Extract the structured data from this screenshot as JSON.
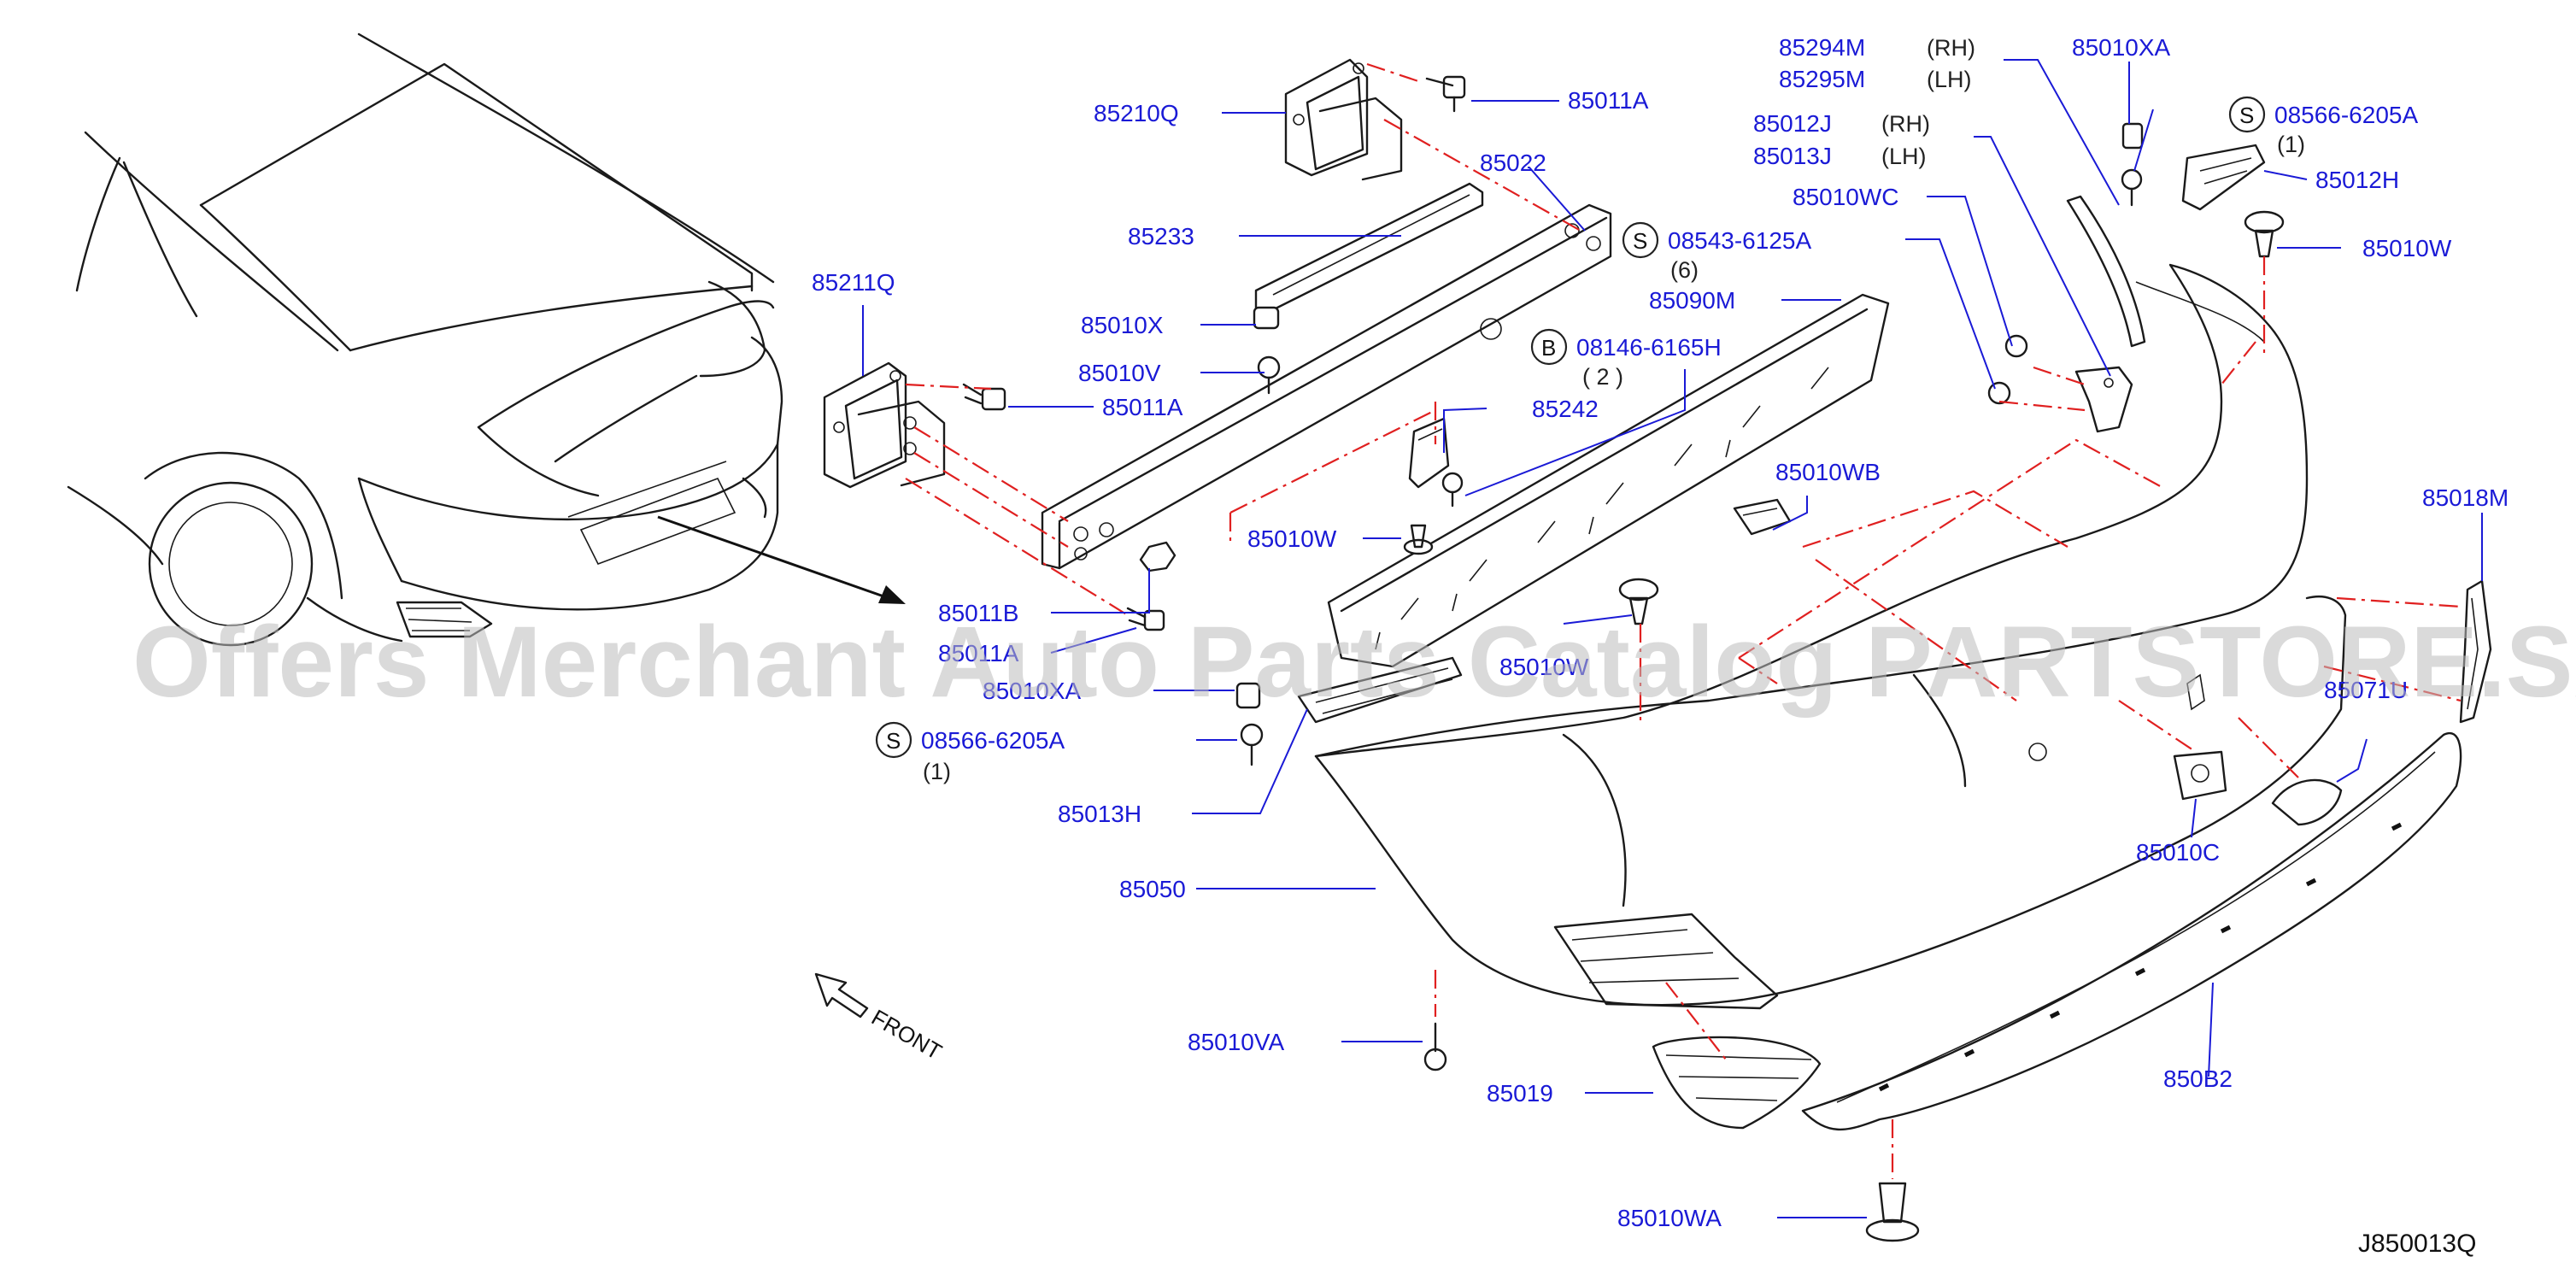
{
  "diagram": {
    "watermark": "Offers Merchant Auto Parts Catalog PARTSTORE.SA",
    "diagram_code": "J850013Q",
    "front_label": "FRONT",
    "parts": [
      {
        "id": "p85210Q",
        "label": "85210Q"
      },
      {
        "id": "p85011A_top",
        "label": "85011A"
      },
      {
        "id": "p85022",
        "label": "85022"
      },
      {
        "id": "p85233",
        "label": "85233"
      },
      {
        "id": "p85211Q",
        "label": "85211Q"
      },
      {
        "id": "p85010X",
        "label": "85010X"
      },
      {
        "id": "p85010V",
        "label": "85010V"
      },
      {
        "id": "p85011A_mid",
        "label": "85011A"
      },
      {
        "id": "p85011B",
        "label": "85011B"
      },
      {
        "id": "p85011A_low",
        "label": "85011A"
      },
      {
        "id": "p85010XA_left",
        "label": "85010XA"
      },
      {
        "id": "p08566_left",
        "label": "08566-6205A",
        "symbol": "S",
        "qty": "(1)"
      },
      {
        "id": "p85013H",
        "label": "85013H"
      },
      {
        "id": "p85050",
        "label": "85050"
      },
      {
        "id": "p85010VA",
        "label": "85010VA"
      },
      {
        "id": "p85019",
        "label": "85019"
      },
      {
        "id": "p85010WA",
        "label": "85010WA"
      },
      {
        "id": "p85010W_left",
        "label": "85010W"
      },
      {
        "id": "p85242",
        "label": "85242"
      },
      {
        "id": "p08146",
        "label": "08146-6165H",
        "symbol": "B",
        "qty": "( 2 )"
      },
      {
        "id": "p08543",
        "label": "08543-6125A",
        "symbol": "S",
        "qty": "(6)"
      },
      {
        "id": "p85090M",
        "label": "85090M"
      },
      {
        "id": "p85010WB",
        "label": "85010WB"
      },
      {
        "id": "p85010W_mid",
        "label": "85010W"
      },
      {
        "id": "p85294M",
        "label": "85294M",
        "side": "(RH)"
      },
      {
        "id": "p85295M",
        "label": "85295M",
        "side": "(LH)"
      },
      {
        "id": "p85012J",
        "label": "85012J",
        "side": "(RH)"
      },
      {
        "id": "p85013J",
        "label": "85013J",
        "side": "(LH)"
      },
      {
        "id": "p85010WC",
        "label": "85010WC"
      },
      {
        "id": "p85010XA_right",
        "label": "85010XA"
      },
      {
        "id": "p08566_right",
        "label": "08566-6205A",
        "symbol": "S",
        "qty": "(1)"
      },
      {
        "id": "p85012H",
        "label": "85012H"
      },
      {
        "id": "p85010W_right",
        "label": "85010W"
      },
      {
        "id": "p85018M",
        "label": "85018M"
      },
      {
        "id": "p85071U",
        "label": "85071U"
      },
      {
        "id": "p85010C",
        "label": "85010C"
      },
      {
        "id": "p850B2",
        "label": "850B2"
      }
    ]
  }
}
